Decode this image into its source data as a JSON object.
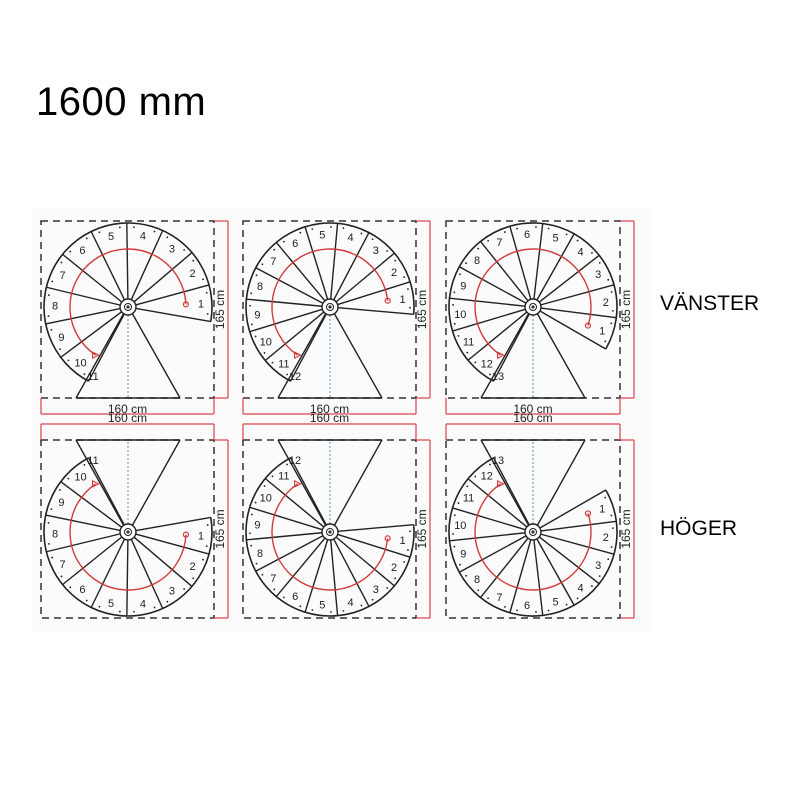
{
  "title": "1600 mm",
  "labels": {
    "left": "VÄNSTER",
    "right": "HÖGER"
  },
  "colors": {
    "line": "#222222",
    "dim": "#d9434b",
    "arc": "#d33a3a",
    "axis": "#6fa8dc",
    "dash": "#333333"
  },
  "dimensions": {
    "width_label": "160 cm",
    "height_label": "165 cm"
  },
  "diagrams": [
    {
      "id": "vanster-11",
      "row": "VÄNSTER",
      "steps": 11,
      "orientation": "left"
    },
    {
      "id": "vanster-12",
      "row": "VÄNSTER",
      "steps": 12,
      "orientation": "left"
    },
    {
      "id": "vanster-13",
      "row": "VÄNSTER",
      "steps": 13,
      "orientation": "left"
    },
    {
      "id": "hoger-11",
      "row": "HÖGER",
      "steps": 11,
      "orientation": "right"
    },
    {
      "id": "hoger-12",
      "row": "HÖGER",
      "steps": 12,
      "orientation": "right"
    },
    {
      "id": "hoger-13",
      "row": "HÖGER",
      "steps": 13,
      "orientation": "right"
    }
  ]
}
